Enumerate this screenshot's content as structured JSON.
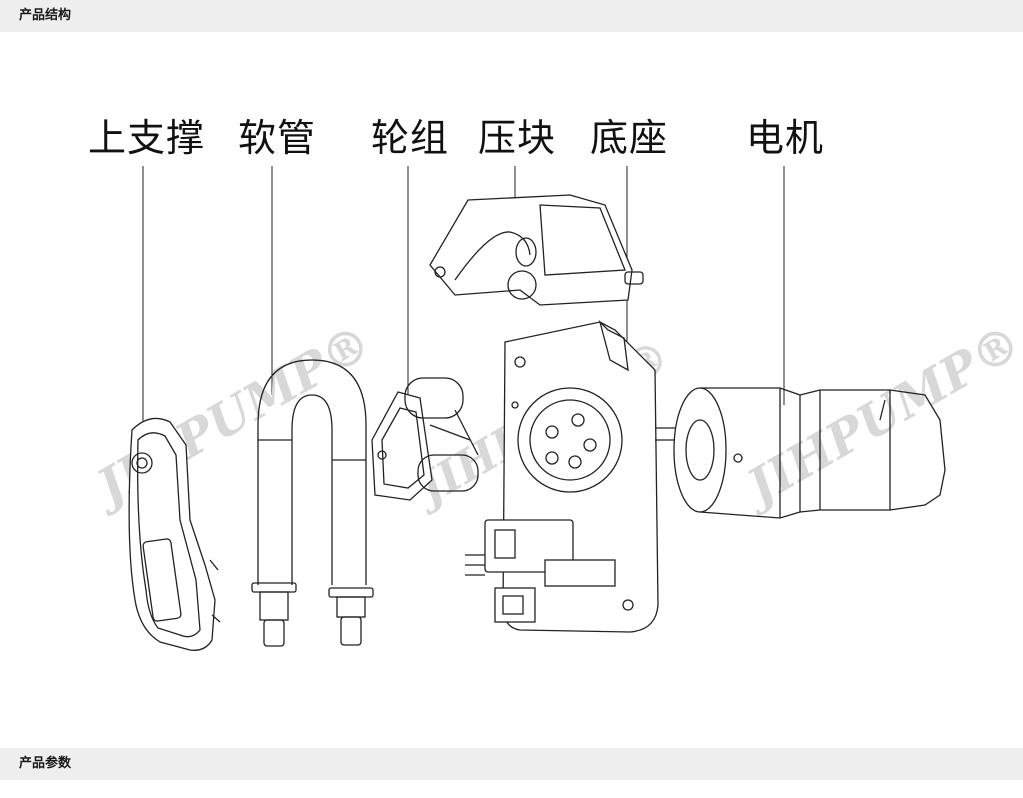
{
  "sections": {
    "structure_title": "产品结构",
    "params_title": "产品参数"
  },
  "labels": {
    "upper_support": "上支撑",
    "tube": "软管",
    "roller_set": "轮组",
    "press_block": "压块",
    "base": "底座",
    "motor": "电机"
  },
  "watermark": "JIHPUMP®",
  "colors": {
    "header_bg": "#eeeeee",
    "line": "#222222"
  }
}
